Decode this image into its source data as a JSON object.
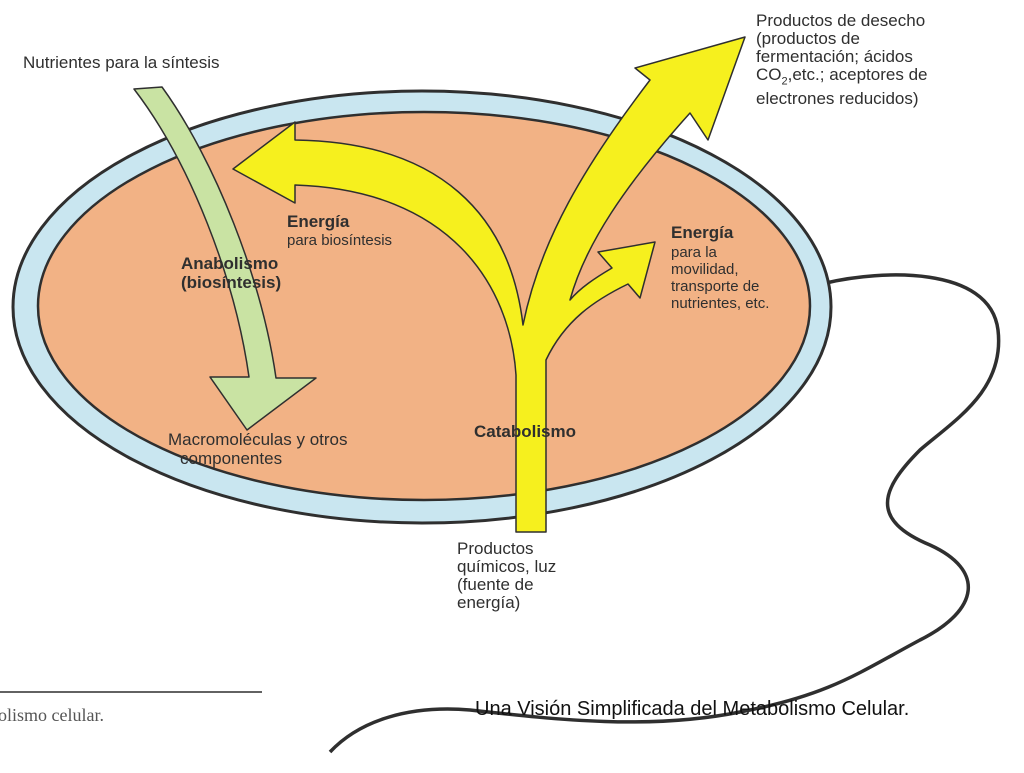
{
  "labels": {
    "nutrients": "Nutrientes para la síntesis",
    "waste": [
      "Productos de desecho",
      "(productos de",
      "fermentación; ácidos",
      "CO",
      "2",
      ",etc.; aceptores de",
      "electrones reducidos)"
    ],
    "energy_bio_title": "Energía",
    "energy_bio_sub": "para biosíntesis",
    "anabolism": [
      "Anabolismo",
      "(biosíntesis)"
    ],
    "energy_mov_title": "Energía",
    "energy_mov_sub": [
      "para la",
      "movilidad,",
      "transporte de",
      "nutrientes, etc."
    ],
    "macromolecules": [
      "Macromoléculas y otros",
      "componentes"
    ],
    "catabolism": "Catabolismo",
    "sources": [
      "Productos",
      "químicos, luz",
      "(fuente de",
      "energía)"
    ],
    "page_fragment": "olismo celular.",
    "caption": "Una Visión Simplificada del Metabolismo Celular."
  },
  "colors": {
    "cell_fill": "#f2b285",
    "cell_membrane": "#c9e6f0",
    "outline": "#2f2f2f",
    "catabolism_arrow": "#f6f01e",
    "anabolism_arrow": "#c9e3a3"
  }
}
